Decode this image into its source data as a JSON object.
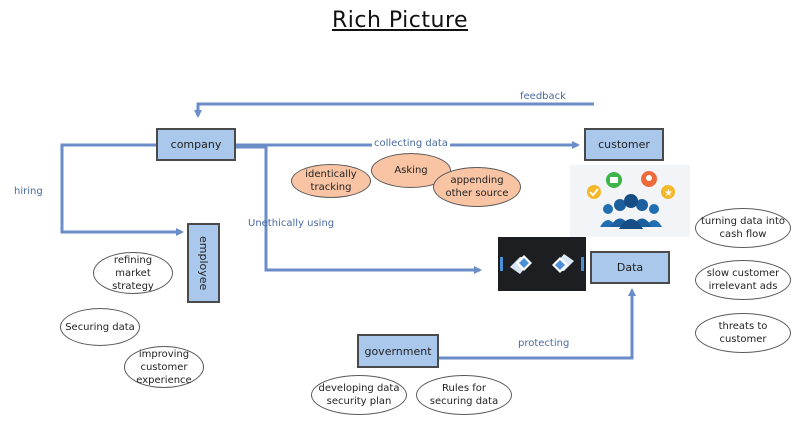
{
  "title": "Rich Picture",
  "colors": {
    "box_fill": "#a9c8ec",
    "arrow": "#6a8cc7",
    "orange_oval": "#f9c4a4"
  },
  "boxes": {
    "company": "company",
    "customer": "customer",
    "employee": "employee",
    "data": "Data",
    "government": "government"
  },
  "arrow_labels": {
    "feedback": "feedback",
    "collecting_data": "collecting data",
    "hiring": "hiring",
    "unethically_using": "Unethically using",
    "protecting": "protecting"
  },
  "orange_ovals": {
    "identically_tracking": "identically tracking",
    "asking": "Asking",
    "appending": "appending other source"
  },
  "employee_ovals": {
    "refining": "refining market strategy",
    "securing": "Securing data",
    "improving": "improving customer experience"
  },
  "data_ovals": {
    "turning": "turning data into cash flow",
    "slow": "slow customer irrelevant ads",
    "threats": "threats to customer"
  },
  "government_ovals": {
    "developing": "developing data security plan",
    "rules": "Rules for securing data"
  },
  "icons": {
    "customers_group": "customers-group-icon",
    "data_exchange": "data-exchange-icon"
  }
}
